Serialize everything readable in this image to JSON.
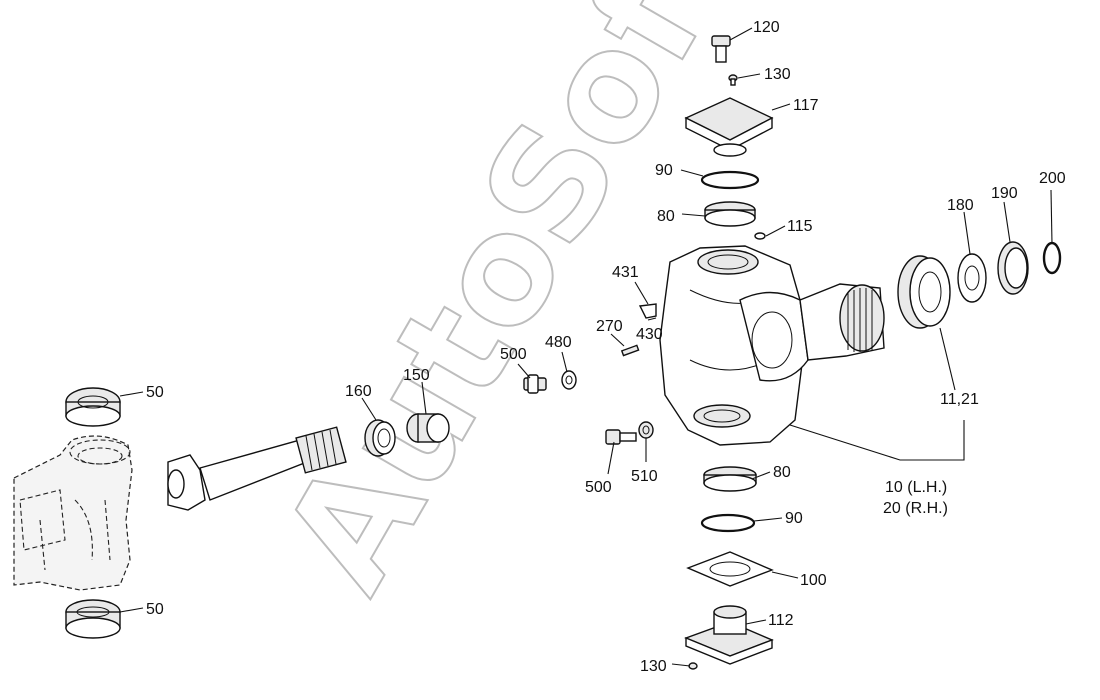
{
  "watermark": "AutoSoft",
  "callouts": {
    "c120": "120",
    "c130_top": "130",
    "c117": "117",
    "c90_top": "90",
    "c80_top": "80",
    "c115": "115",
    "c200": "200",
    "c180": "180",
    "c190": "190",
    "c431": "431",
    "c430": "430",
    "c270": "270",
    "c480": "480",
    "c500_left": "500",
    "c160": "160",
    "c150": "150",
    "c50_top": "50",
    "c50_bottom": "50",
    "c11_21": "11,21",
    "c10": "10 (L.H.)",
    "c20": "20 (R.H.)",
    "c500_mid": "500",
    "c510": "510",
    "c80_bottom": "80",
    "c90_bottom": "90",
    "c100": "100",
    "c112": "112",
    "c130_bottom": "130"
  }
}
